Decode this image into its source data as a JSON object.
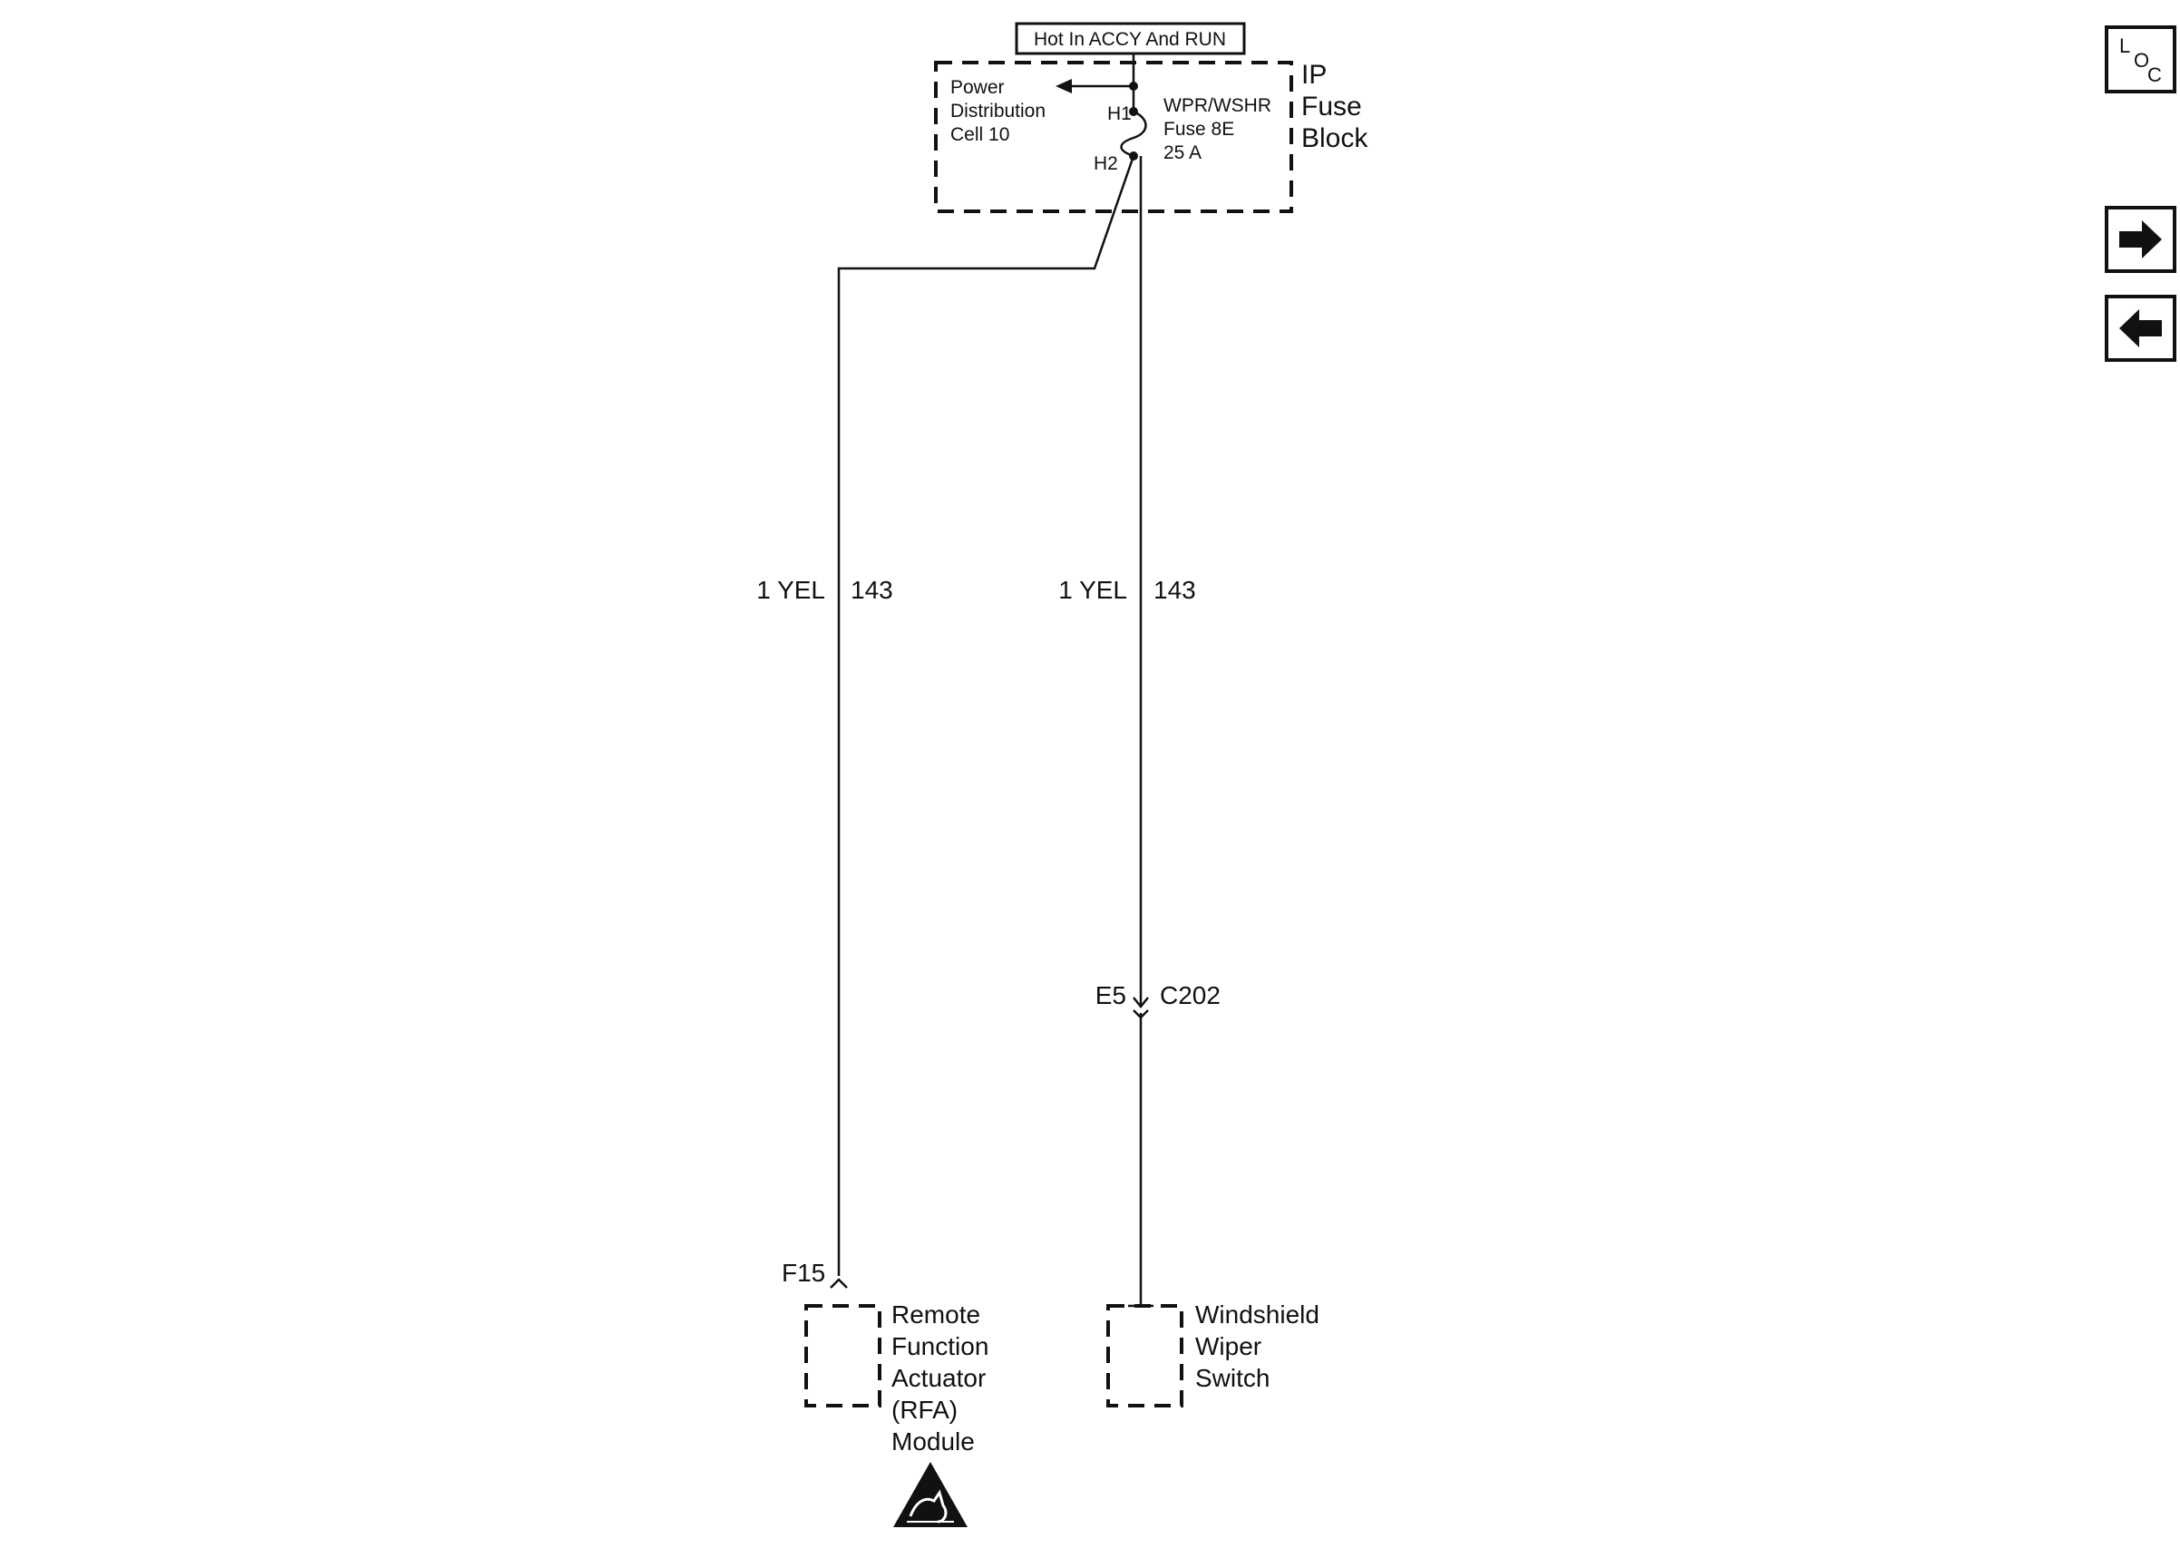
{
  "header_label": "Hot In ACCY And RUN",
  "fuse_block": {
    "title_lines": [
      "IP",
      "Fuse",
      "Block"
    ],
    "power_distribution_lines": [
      "Power",
      "Distribution",
      "Cell 10"
    ],
    "fuse_name_lines": [
      "WPR/WSHR",
      "Fuse 8E",
      "25 A"
    ],
    "terminal_top": "H1",
    "terminal_bottom": "H2"
  },
  "wires": [
    {
      "gauge_color": "1 YEL",
      "circuit": "143"
    },
    {
      "gauge_color": "1 YEL",
      "circuit": "143"
    }
  ],
  "connector": {
    "pin": "E5",
    "name": "C202"
  },
  "rfa_module": {
    "pin": "F15",
    "name_lines": [
      "Remote",
      "Function",
      "Actuator",
      "(RFA)",
      "Module"
    ],
    "esd_symbol": "esd-warning-icon"
  },
  "wiper_switch": {
    "name_lines": [
      "Windshield",
      "Wiper",
      "Switch"
    ]
  },
  "sidebar": {
    "loc_button": {
      "letters": [
        "L",
        "O",
        "C"
      ]
    },
    "next_icon": "arrow-right-icon",
    "prev_icon": "arrow-left-icon"
  }
}
